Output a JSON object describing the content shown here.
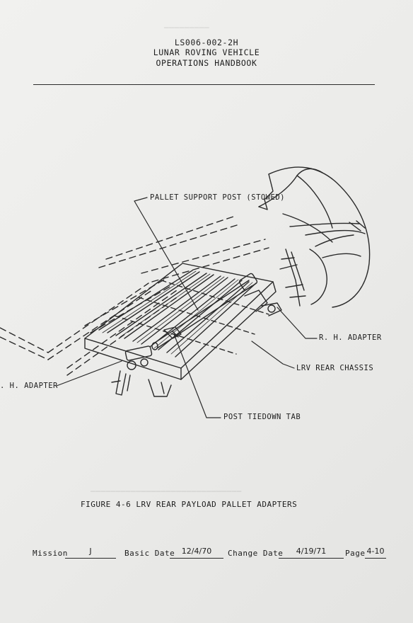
{
  "header": {
    "doc_number": "LS006-002-2H",
    "vehicle": "LUNAR ROVING VEHICLE",
    "handbook": "OPERATIONS HANDBOOK"
  },
  "callouts": {
    "pallet_support_post": "PALLET SUPPORT POST (STOWED)",
    "rh_adapter": "R. H. ADAPTER",
    "lrv_rear_chassis": "LRV REAR CHASSIS",
    "lh_adapter": ". H. ADAPTER",
    "post_tiedown_tab": "POST TIEDOWN TAB"
  },
  "figure": {
    "caption": "FIGURE 4-6 LRV REAR PAYLOAD PALLET ADAPTERS"
  },
  "footer": {
    "mission_label": "Mission",
    "mission_value": "J",
    "basic_date_label": "Basic Date",
    "basic_date_value": "12/4/70",
    "change_date_label": "Change Date",
    "change_date_value": "4/19/71",
    "page_label": "Page",
    "page_value": "4-10"
  }
}
